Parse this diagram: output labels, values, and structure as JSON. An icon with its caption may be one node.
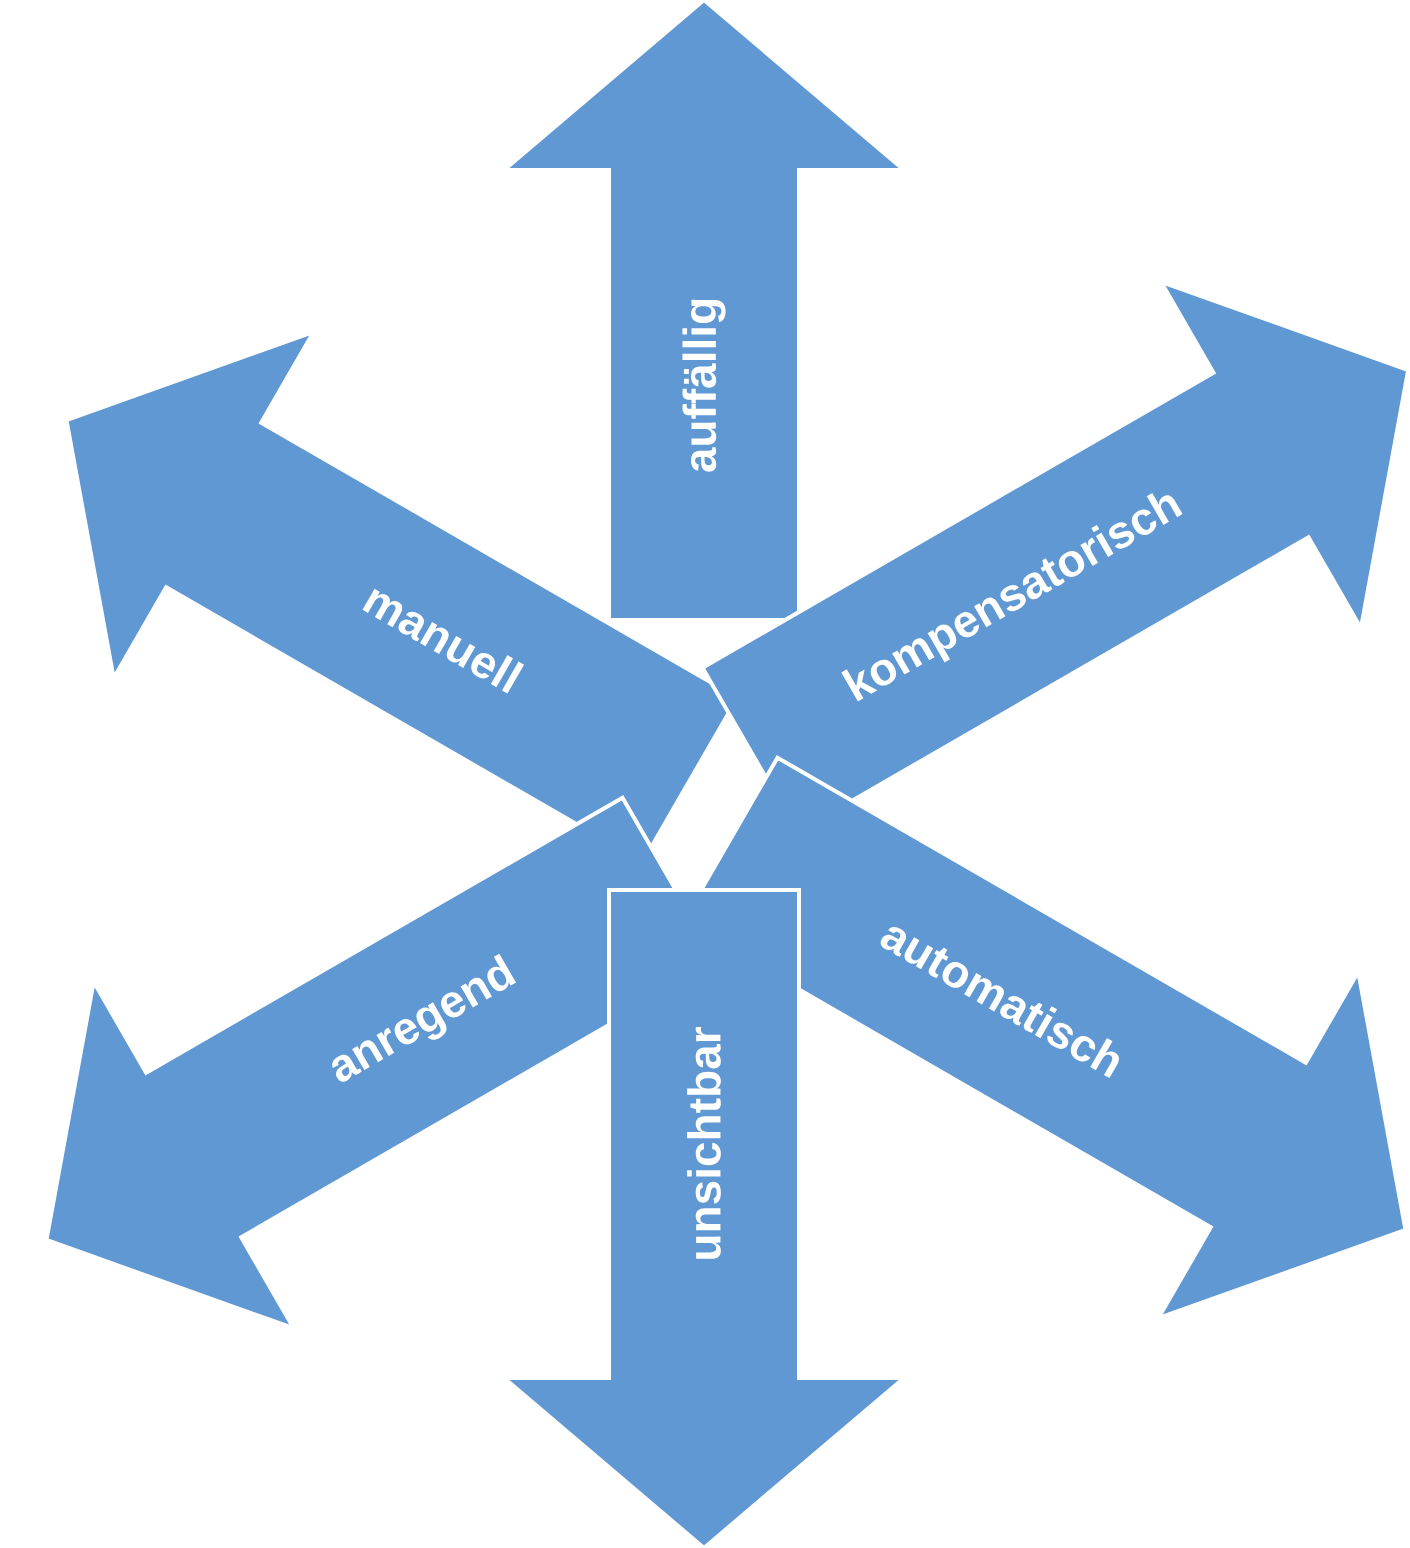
{
  "diagram": {
    "nodes": [
      {
        "text": [
          "auffällig"
        ]
      },
      {
        "text": [
          "manuell"
        ]
      },
      {
        "text": [
          "kompensatorisch"
        ]
      },
      {
        "text": [
          "anregend"
        ]
      },
      {
        "text": [
          "automatisch"
        ]
      },
      {
        "text": [
          "unsichtbar"
        ]
      }
    ]
  }
}
